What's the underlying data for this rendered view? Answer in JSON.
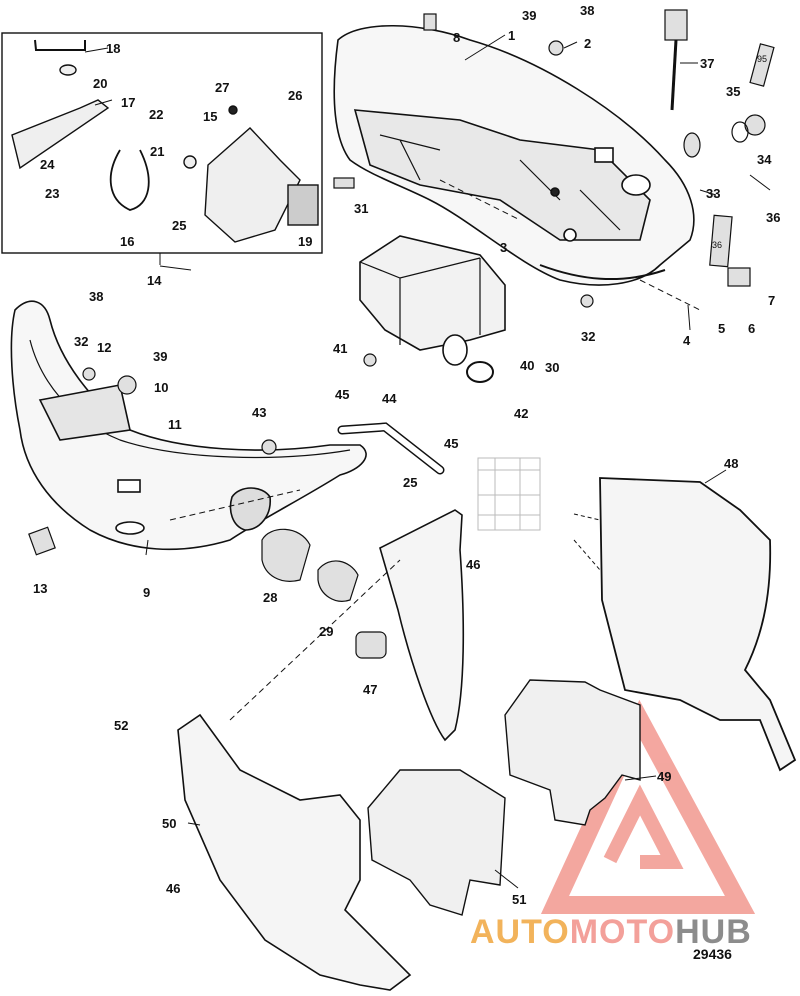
{
  "diagram": {
    "document_id": "29436",
    "watermark": {
      "part1": "AUTO",
      "part2": "MOTO",
      "part3": "HUB"
    },
    "labels": {
      "l1": "1",
      "l2": "2",
      "l3": "3",
      "l4": "4",
      "l5": "5",
      "l6": "6",
      "l7": "7",
      "l8": "8",
      "l9": "9",
      "l10": "10",
      "l11": "11",
      "l12": "12",
      "l13": "13",
      "l14": "14",
      "l15": "15",
      "l16": "16",
      "l17": "17",
      "l18": "18",
      "l19": "19",
      "l20": "20",
      "l21": "21",
      "l22": "22",
      "l23": "23",
      "l24": "24",
      "l25": "25",
      "l25b": "25",
      "l26": "26",
      "l27": "27",
      "l28": "28",
      "l29": "29",
      "l30": "30",
      "l31": "31",
      "l32": "32",
      "l32b": "32",
      "l33": "33",
      "l34": "34",
      "l35": "35",
      "l36": "36",
      "l37": "37",
      "l38": "38",
      "l38b": "38",
      "l39": "39",
      "l39b": "39",
      "l40": "40",
      "l41": "41",
      "l42": "42",
      "l43": "43",
      "l44": "44",
      "l45": "45",
      "l45b": "45",
      "l46": "46",
      "l46b": "46",
      "l47": "47",
      "l48": "48",
      "l49": "49",
      "l50": "50",
      "l51": "51",
      "l52": "52"
    },
    "tube_labels": {
      "t95": "95",
      "t36": "36"
    }
  }
}
